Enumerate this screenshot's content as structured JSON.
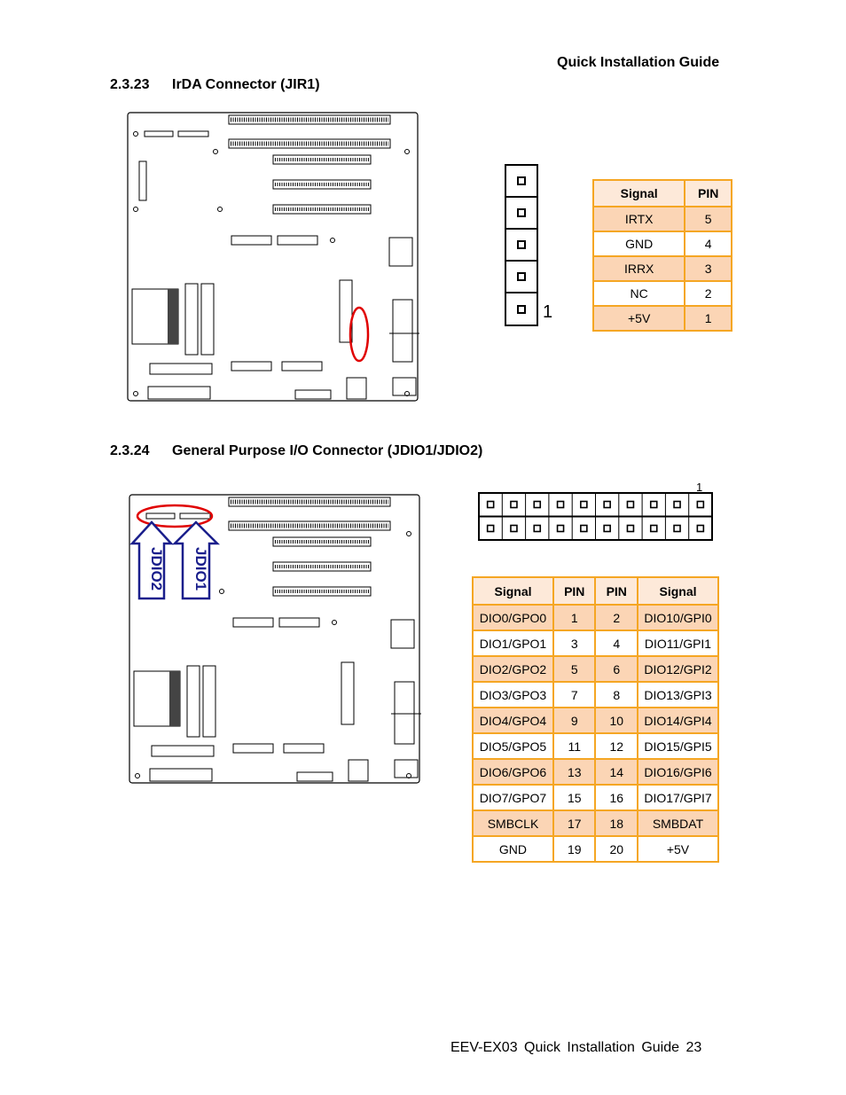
{
  "header": {
    "title": "Quick Installation Guide"
  },
  "section1": {
    "number": "2.3.23",
    "title": "IrDA Connector (JIR1)",
    "connector_pin1_label": "1",
    "table": {
      "headers": [
        "Signal",
        "PIN"
      ],
      "rows": [
        {
          "signal": "IRTX",
          "pin": "5"
        },
        {
          "signal": "GND",
          "pin": "4"
        },
        {
          "signal": "IRRX",
          "pin": "3"
        },
        {
          "signal": "NC",
          "pin": "2"
        },
        {
          "signal": "+5V",
          "pin": "1"
        }
      ]
    }
  },
  "section2": {
    "number": "2.3.24",
    "title": "General Purpose I/O Connector (JDIO1/JDIO2)",
    "connector_pin1_label": "1",
    "board_labels": {
      "jdio1": "JDIO1",
      "jdio2": "JDIO2"
    },
    "table": {
      "headers": [
        "Signal",
        "PIN",
        "PIN",
        "Signal"
      ],
      "rows": [
        {
          "left_signal": "DIO0/GPO0",
          "left_pin": "1",
          "right_pin": "2",
          "right_signal": "DIO10/GPI0"
        },
        {
          "left_signal": "DIO1/GPO1",
          "left_pin": "3",
          "right_pin": "4",
          "right_signal": "DIO11/GPI1"
        },
        {
          "left_signal": "DIO2/GPO2",
          "left_pin": "5",
          "right_pin": "6",
          "right_signal": "DIO12/GPI2"
        },
        {
          "left_signal": "DIO3/GPO3",
          "left_pin": "7",
          "right_pin": "8",
          "right_signal": "DIO13/GPI3"
        },
        {
          "left_signal": "DIO4/GPO4",
          "left_pin": "9",
          "right_pin": "10",
          "right_signal": "DIO14/GPI4"
        },
        {
          "left_signal": "DIO5/GPO5",
          "left_pin": "11",
          "right_pin": "12",
          "right_signal": "DIO15/GPI5"
        },
        {
          "left_signal": "DIO6/GPO6",
          "left_pin": "13",
          "right_pin": "14",
          "right_signal": "DIO16/GPI6"
        },
        {
          "left_signal": "DIO7/GPO7",
          "left_pin": "15",
          "right_pin": "16",
          "right_signal": "DIO17/GPI7"
        },
        {
          "left_signal": "SMBCLK",
          "left_pin": "17",
          "right_pin": "18",
          "right_signal": "SMBDAT"
        },
        {
          "left_signal": "GND",
          "left_pin": "19",
          "right_pin": "20",
          "right_signal": "+5V"
        }
      ]
    }
  },
  "footer": {
    "text": "EEV-EX03 Quick Installation Guide 23"
  },
  "colors": {
    "table_border": "#f5a623",
    "row_shade": "#fbd5b5",
    "header_shade": "#fde9d9",
    "highlight_red": "#e00000",
    "arrow_blue": "#1a1f8c"
  }
}
